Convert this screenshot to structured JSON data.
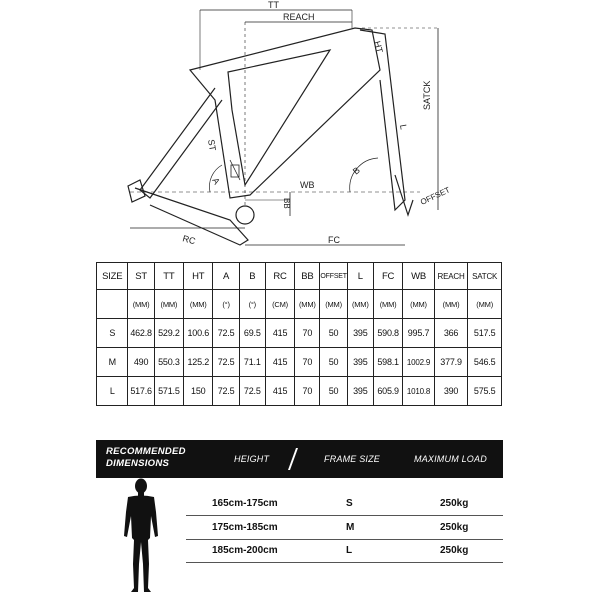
{
  "diagram": {
    "labels": {
      "tt": "TT",
      "reach": "REACH",
      "ht": "HT",
      "l": "L",
      "stack": "SATCK",
      "st": "ST",
      "a": "A",
      "b": "B",
      "wb": "WB",
      "bb": "BB",
      "offset": "OFFSET",
      "rc": "RC",
      "fc": "FC"
    }
  },
  "geometry_table": {
    "headers": [
      "SIZE",
      "ST",
      "TT",
      "HT",
      "A",
      "B",
      "RC",
      "BB",
      "OFFSET",
      "L",
      "FC",
      "WB",
      "REACH",
      "SATCK"
    ],
    "units": [
      "",
      "(MM)",
      "(MM)",
      "(MM)",
      "(°)",
      "(°)",
      "(CM)",
      "(MM)",
      "(MM)",
      "(MM)",
      "(MM)",
      "(MM)",
      "(MM)",
      "(MM)"
    ],
    "rows": [
      [
        "S",
        "462.8",
        "529.2",
        "100.6",
        "72.5",
        "69.5",
        "415",
        "70",
        "50",
        "395",
        "590.8",
        "995.7",
        "366",
        "517.5"
      ],
      [
        "M",
        "490",
        "550.3",
        "125.2",
        "72.5",
        "71.1",
        "415",
        "70",
        "50",
        "395",
        "598.1",
        "1002.9",
        "377.9",
        "546.5"
      ],
      [
        "L",
        "517.6",
        "571.5",
        "150",
        "72.5",
        "72.5",
        "415",
        "70",
        "50",
        "395",
        "605.9",
        "1010.8",
        "390",
        "575.5"
      ]
    ]
  },
  "recommended": {
    "title_line1": "RECOMMENDED",
    "title_line2": "DIMENSIONS",
    "col_height": "HEIGHT",
    "col_frame_size": "FRAME SIZE",
    "col_max_load": "MAXIMUM LOAD",
    "rows": [
      {
        "height": "165cm-175cm",
        "size": "S",
        "load": "250kg"
      },
      {
        "height": "175cm-185cm",
        "size": "M",
        "load": "250kg"
      },
      {
        "height": "185cm-200cm",
        "size": "L",
        "load": "250kg"
      }
    ]
  },
  "colors": {
    "line": "#222222",
    "bar_background": "#111111",
    "bar_text": "#ffffff"
  }
}
